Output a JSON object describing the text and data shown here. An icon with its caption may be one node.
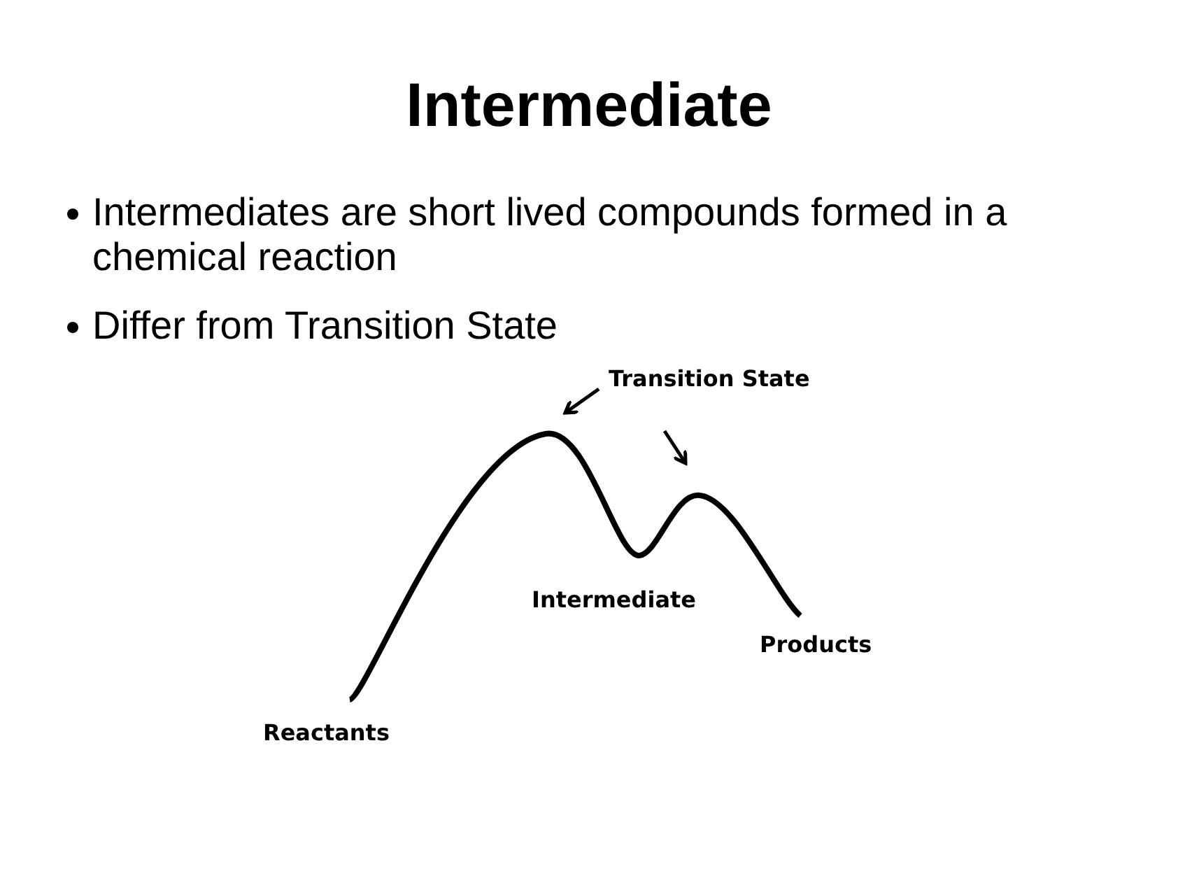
{
  "diagram": {
    "title": "Intermediate",
    "labels": [
      "Intermediates are short lived compounds formed in a chemical reaction",
      "Differ from Transition State",
      "Transition State",
      "Intermediate",
      "Products",
      "Reactants"
    ]
  }
}
